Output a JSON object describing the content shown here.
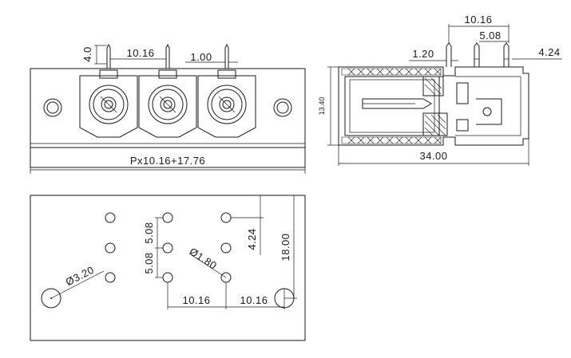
{
  "front_view": {
    "pin_height": "4.0",
    "pitch": "10.16",
    "pin_width": "1.00",
    "total_length": "Px10.16+17.76"
  },
  "side_view": {
    "pin_offset_top": "10.16",
    "pin_offset_mid": "5.08",
    "pin_thickness": "1.20",
    "right_offset": "4.24",
    "height": "13.40",
    "depth": "34.00"
  },
  "pcb_layout": {
    "row_spacing_1": "5.08",
    "row_spacing_2": "5.08",
    "hole_diameter": "Ø1.80",
    "mount_hole_diameter": "Ø3.20",
    "pitch_1": "10.16",
    "pitch_2": "10.16",
    "offset_y": "4.24",
    "height": "18.00"
  }
}
